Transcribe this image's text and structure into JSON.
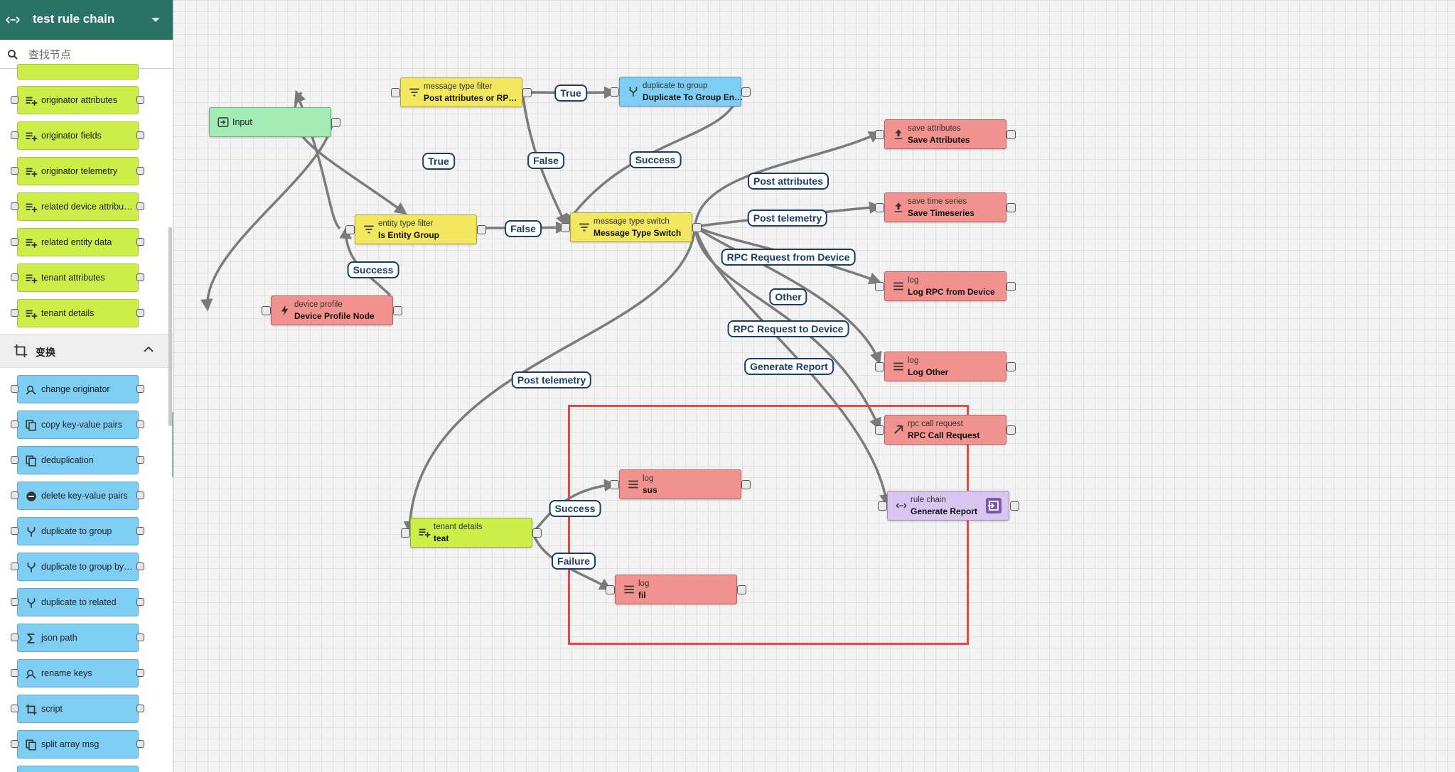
{
  "header": {
    "title": "test rule chain"
  },
  "search": {
    "placeholder": "查找节点"
  },
  "section": {
    "title": "变换"
  },
  "sidebar_enrichment": [
    {
      "label": "originator attributes",
      "icon": "enrichment-icon"
    },
    {
      "label": "originator fields",
      "icon": "enrichment-icon"
    },
    {
      "label": "originator telemetry",
      "icon": "enrichment-icon"
    },
    {
      "label": "related device attribu…",
      "icon": "enrichment-icon"
    },
    {
      "label": "related entity data",
      "icon": "enrichment-icon"
    },
    {
      "label": "tenant attributes",
      "icon": "enrichment-icon"
    },
    {
      "label": "tenant details",
      "icon": "enrichment-icon"
    }
  ],
  "sidebar_transform": [
    {
      "label": "change originator",
      "icon": "change-originator-icon"
    },
    {
      "label": "copy key-value pairs",
      "icon": "copy-icon"
    },
    {
      "label": "deduplication",
      "icon": "copy-icon"
    },
    {
      "label": "delete key-value pairs",
      "icon": "delete-icon"
    },
    {
      "label": "duplicate to group",
      "icon": "fork-icon"
    },
    {
      "label": "duplicate to group by…",
      "icon": "fork-icon"
    },
    {
      "label": "duplicate to related",
      "icon": "fork-icon"
    },
    {
      "label": "json path",
      "icon": "sigma-icon"
    },
    {
      "label": "rename keys",
      "icon": "change-originator-icon"
    },
    {
      "label": "script",
      "icon": "crop-icon"
    },
    {
      "label": "split array msg",
      "icon": "copy-icon"
    }
  ],
  "nodes": {
    "input": {
      "name": "Input"
    },
    "msg_type_filter": {
      "type": "message type filter",
      "name": "Post attributes or RP…"
    },
    "dup_group": {
      "type": "duplicate to group",
      "name": "Duplicate To Group En…"
    },
    "entity_type_filter": {
      "type": "entity type filter",
      "name": "Is Entity Group"
    },
    "msg_type_switch": {
      "type": "message type switch",
      "name": "Message Type Switch"
    },
    "device_profile": {
      "type": "device profile",
      "name": "Device Profile Node"
    },
    "save_attrs": {
      "type": "save attributes",
      "name": "Save Attributes"
    },
    "save_ts": {
      "type": "save time series",
      "name": "Save Timeseries"
    },
    "log_rpc": {
      "type": "log",
      "name": "Log RPC from Device"
    },
    "log_other": {
      "type": "log",
      "name": "Log Other"
    },
    "rpc_call": {
      "type": "rpc call request",
      "name": "RPC Call Request"
    },
    "rule_chain": {
      "type": "rule chain",
      "name": "Generate Report"
    },
    "tenant_details": {
      "type": "tenant details",
      "name": "teat"
    },
    "log_sus": {
      "type": "log",
      "name": "sus"
    },
    "log_fil": {
      "type": "log",
      "name": "fil"
    }
  },
  "edge_labels": {
    "true_top": "True",
    "true_left": "True",
    "false_top": "False",
    "success_dup": "Success",
    "false_mid": "False",
    "success_dp": "Success",
    "post_attributes": "Post attributes",
    "post_telemetry": "Post telemetry",
    "rpc_from_device": "RPC Request from Device",
    "other": "Other",
    "rpc_to_device": "RPC Request to Device",
    "generate_report": "Generate Report",
    "post_telemetry_2": "Post telemetry",
    "success_td": "Success",
    "failure_td": "Failure"
  },
  "colors": {
    "enrichment": "#cdee48",
    "filter": "#f2e75e",
    "action": "#f1928e",
    "transformation": "#7ecef4",
    "input": "#a2ebb4",
    "flow": "#d8c6f0",
    "header": "#2a7266",
    "selection": "#ef4444",
    "edge_label": "#1b3d64"
  }
}
